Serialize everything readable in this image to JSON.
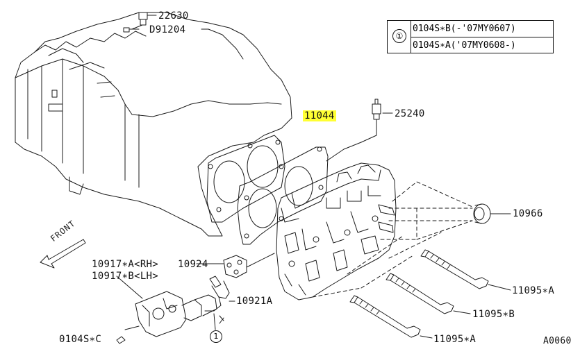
{
  "legend": {
    "mark": "①",
    "rows": [
      "0104S∗B(-'07MY0607)",
      "0104S∗A('07MY0608-)"
    ]
  },
  "labels": {
    "p22630": "22630",
    "pD91204": "D91204",
    "p11044": "11044",
    "p25240": "25240",
    "p10966": "10966",
    "p10917a": "10917∗A<RH>",
    "p10917b": "10917∗B<LH>",
    "p10924": "10924",
    "p10921a": "10921A",
    "p11095a_top": "11095∗A",
    "p11095b": "11095∗B",
    "p11095a_bot": "11095∗A",
    "p0104sc": "0104S∗C",
    "front": "FRONT",
    "ref": "A0060",
    "circle_mark": "1"
  },
  "colors": {
    "line": "#1a1a1a",
    "highlight": "#ffff33"
  }
}
